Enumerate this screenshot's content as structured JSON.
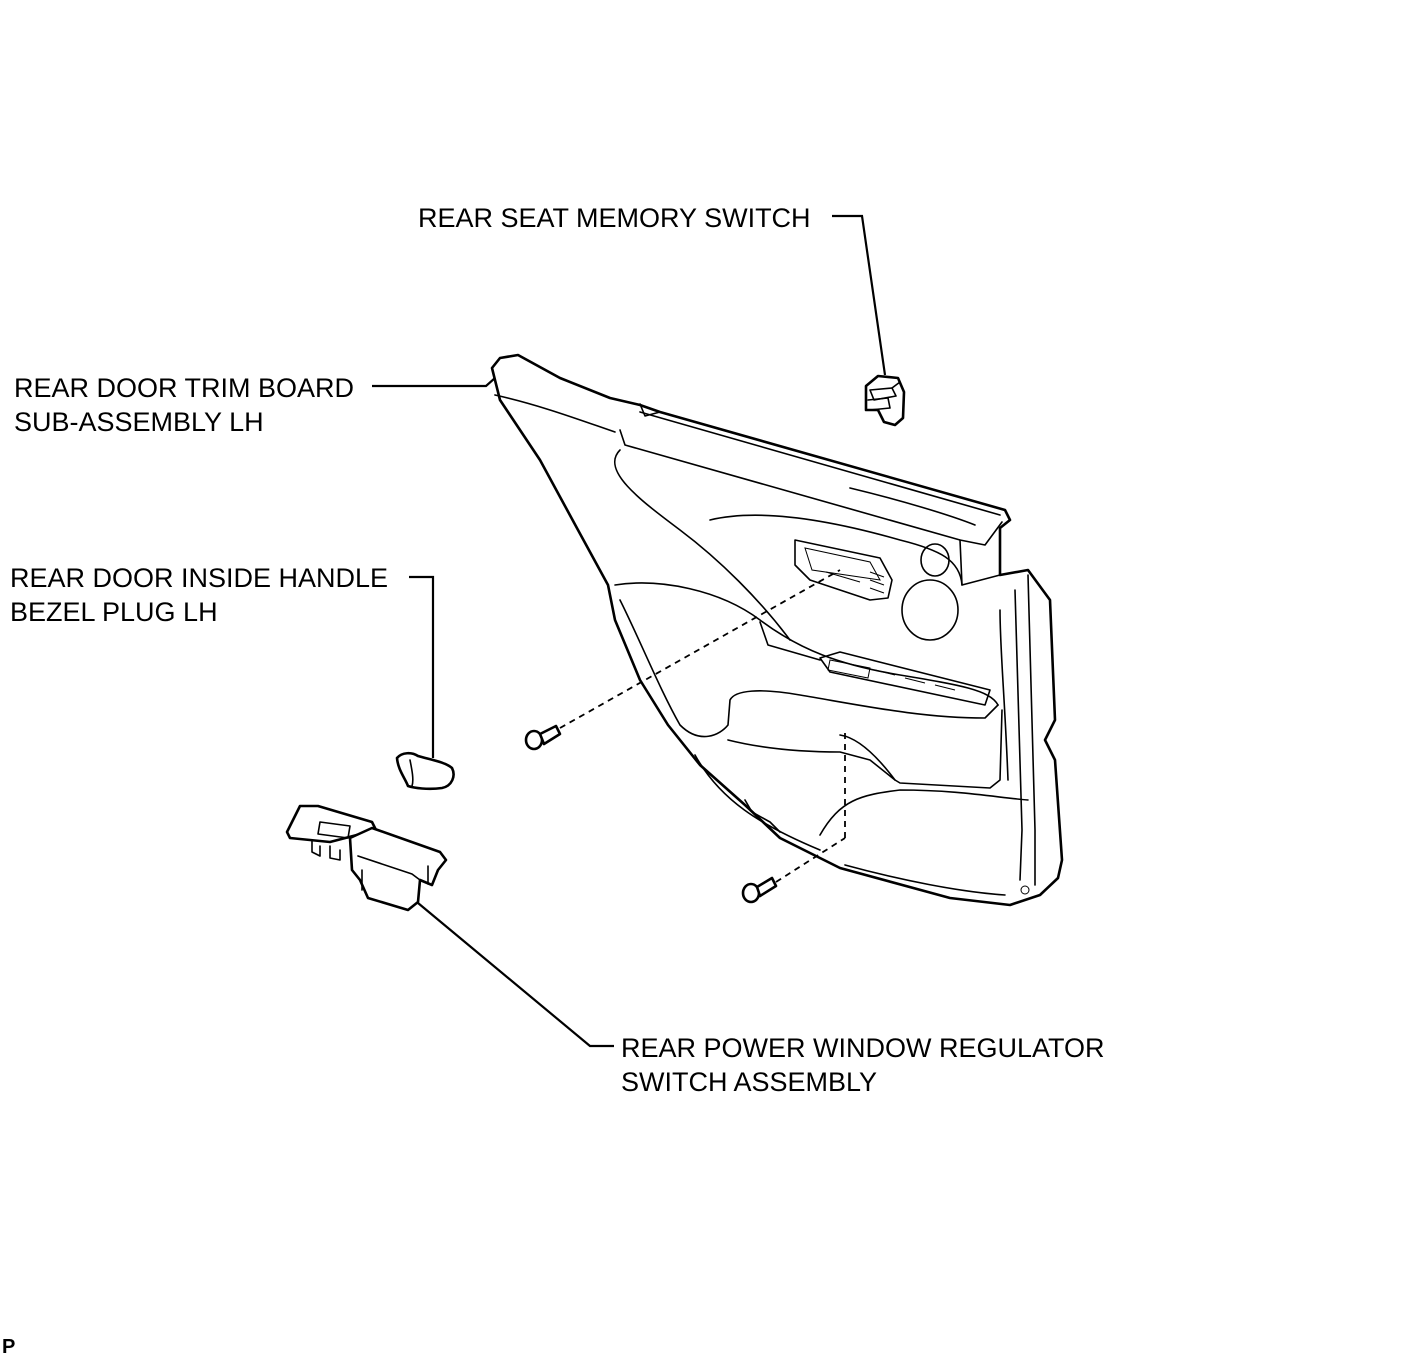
{
  "labels": {
    "rear_seat_memory_switch": "REAR SEAT MEMORY SWITCH",
    "trim_board_line1": "REAR DOOR TRIM BOARD",
    "trim_board_line2": "SUB-ASSEMBLY LH",
    "bezel_plug_line1": "REAR DOOR INSIDE HANDLE",
    "bezel_plug_line2": "BEZEL PLUG LH",
    "window_switch_line1": "REAR POWER WINDOW REGULATOR",
    "window_switch_line2": "SWITCH ASSEMBLY"
  },
  "corner_code": "P"
}
